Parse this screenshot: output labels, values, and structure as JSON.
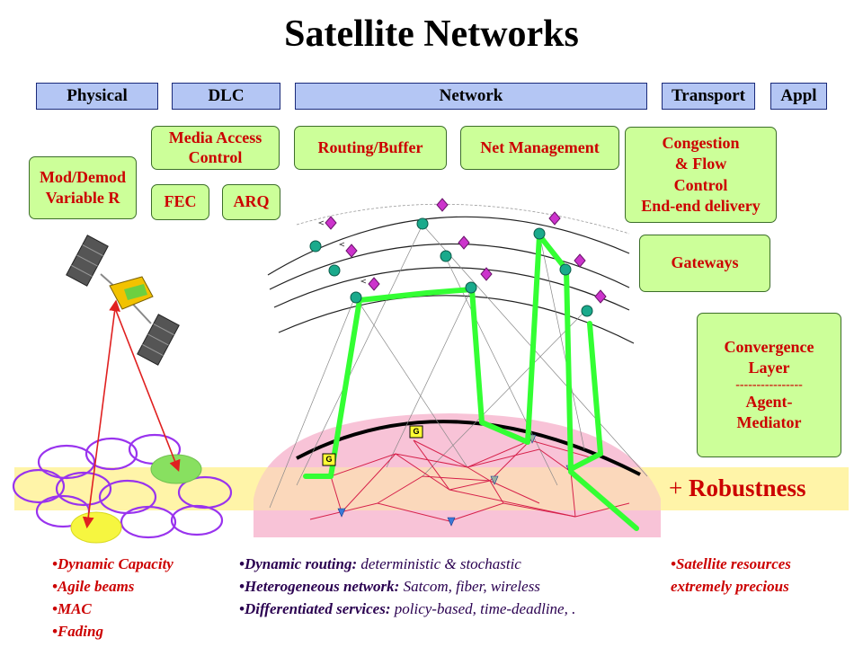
{
  "title": "Satellite Networks",
  "layers": {
    "physical": "Physical",
    "dlc": "DLC",
    "network": "Network",
    "transport": "Transport",
    "appl": "Appl"
  },
  "functions": {
    "mod_demod": [
      "Mod/Demod",
      "Variable R"
    ],
    "mac": [
      "Media Access",
      "Control"
    ],
    "fec": "FEC",
    "arq": "ARQ",
    "routing": "Routing/Buffer",
    "net_mgmt": "Net Management",
    "congestion": [
      "Congestion",
      "& Flow",
      "Control",
      "End-end delivery"
    ],
    "gateways": "Gateways",
    "convergence": [
      "Convergence",
      "Layer",
      "----------------",
      "Agent-",
      "Mediator"
    ]
  },
  "robustness": {
    "plus": "+",
    "label": "Robustness"
  },
  "gateway_marker": "G",
  "left_bullets": [
    "•Dynamic Capacity",
    "•Agile beams",
    "•MAC",
    "•Fading"
  ],
  "middle_bullets": [
    {
      "bold": "•Dynamic routing:",
      "rest": " deterministic & stochastic"
    },
    {
      "bold": "•Heterogeneous network:",
      "rest": " Satcom, fiber, wireless"
    },
    {
      "bold": "•Differentiated services:",
      "rest": " policy-based, time-deadline, ."
    }
  ],
  "right_bullets": [
    "•Satellite resources",
    "extremely precious"
  ],
  "colors": {
    "layer_fill": "#b4c6f4",
    "function_fill": "#ccff99",
    "function_text": "#cc0000",
    "route": "#33ff33",
    "earth": "#f7b8d0",
    "band": "#fff4a8",
    "node": "#1aaa8c",
    "diamond": "#cc33cc"
  }
}
